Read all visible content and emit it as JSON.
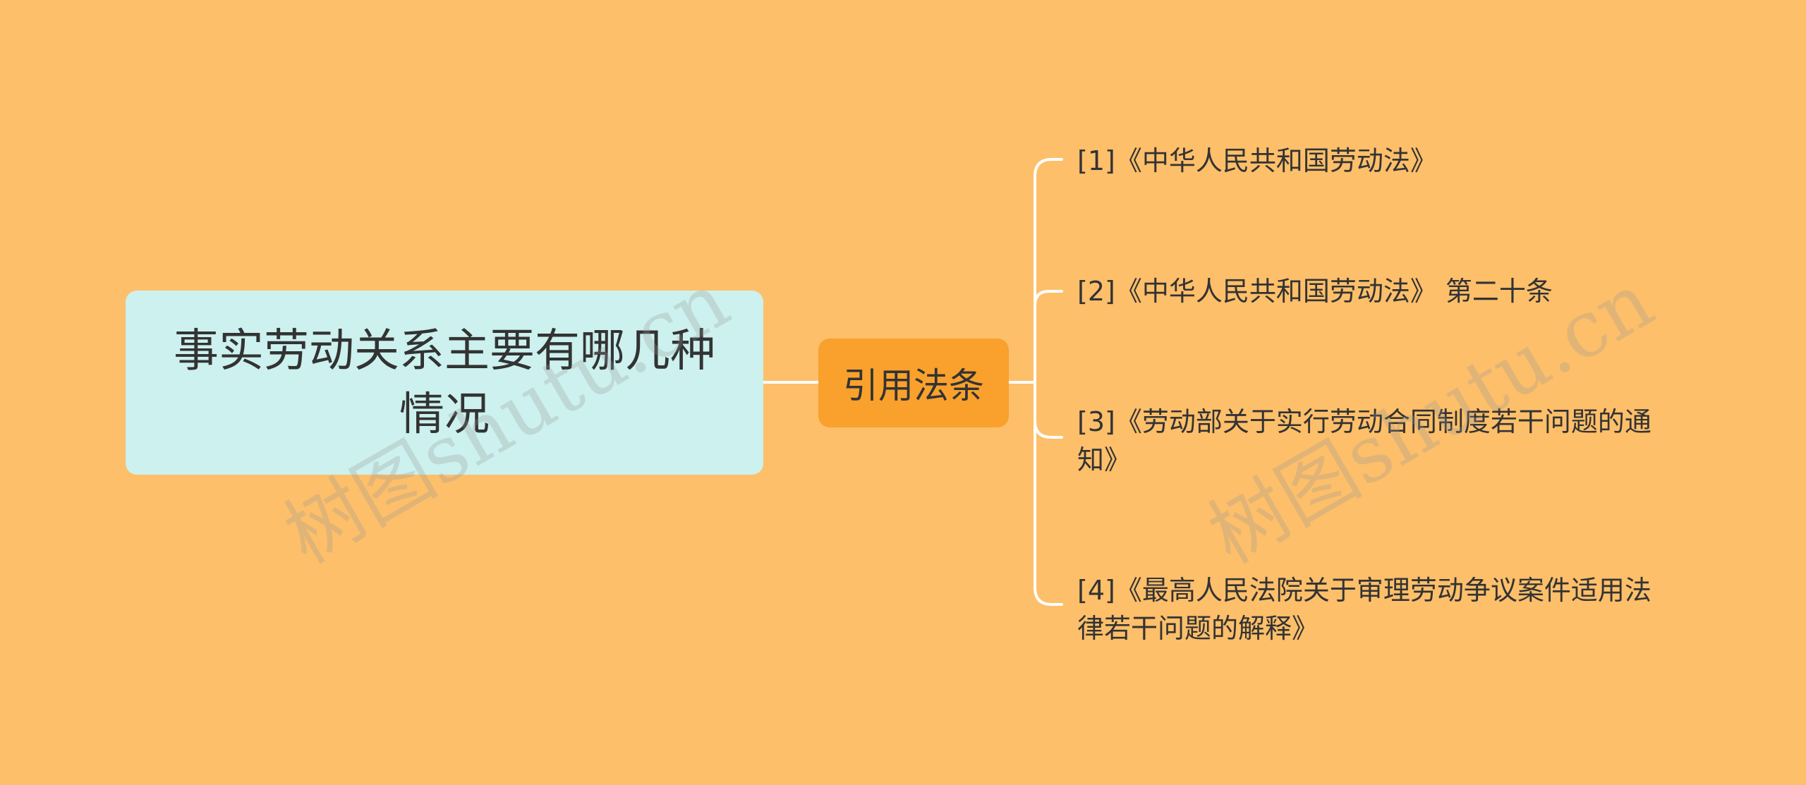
{
  "root": {
    "title": "事实劳动关系主要有哪几种情况"
  },
  "mid": {
    "label": "引用法条"
  },
  "leaves": [
    "[1]《中华人民共和国劳动法》",
    "[2]《中华人民共和国劳动法》 第二十条",
    "[3]《劳动部关于实行劳动合同制度若干问题的通知》",
    "[4]《最高人民法院关于审理劳动争议案件适用法律若干问题的解释》"
  ],
  "watermark": "树图shutu.cn",
  "colors": {
    "background": "#FDBF6A",
    "root_fill": "#CCF1EE",
    "mid_fill": "#F9A12C",
    "connector": "#FFFFFF",
    "text": "#333333"
  }
}
